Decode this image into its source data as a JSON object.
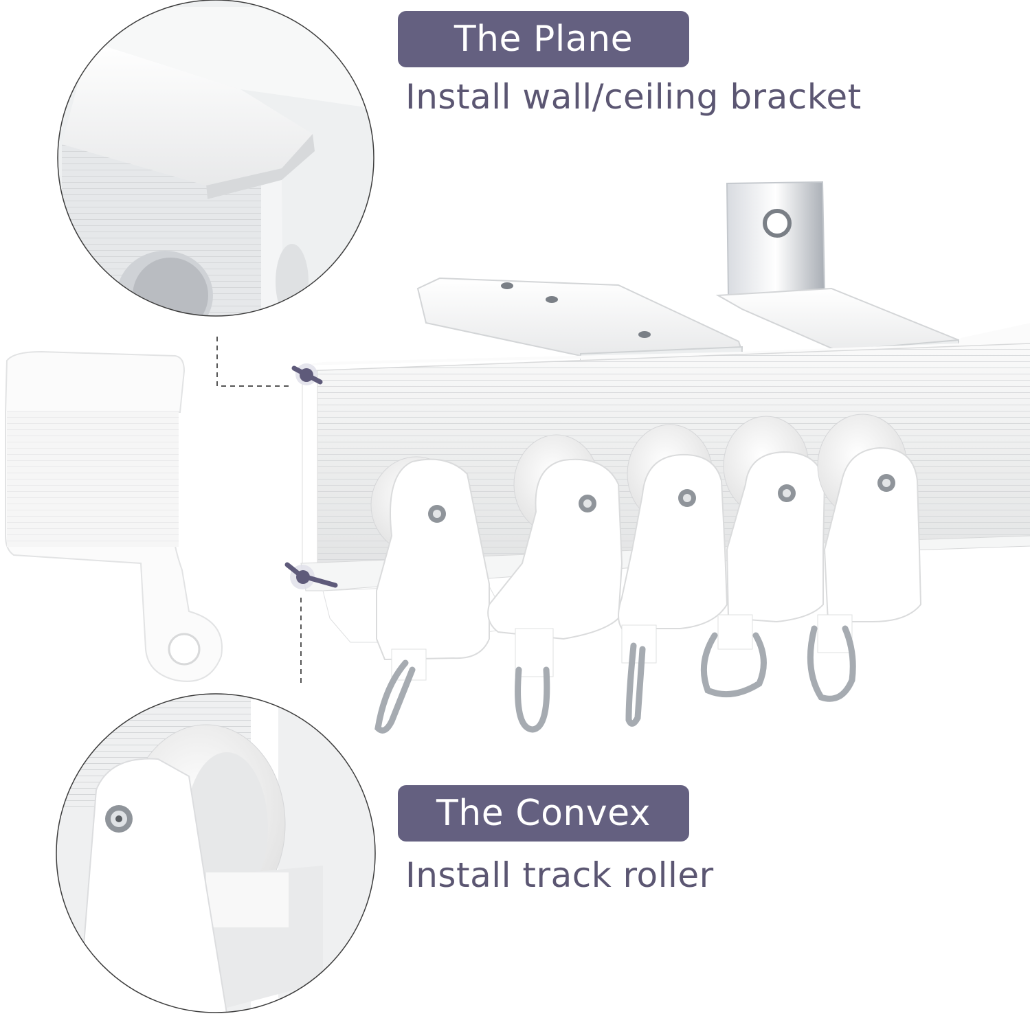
{
  "top_label": {
    "title": "The Plane",
    "caption": "Install wall/ceiling bracket"
  },
  "bottom_label": {
    "title": "The Convex",
    "caption": "Install track roller"
  },
  "colors": {
    "label_background": "#646080",
    "label_text": "#ffffff",
    "caption_text": "#5b5672",
    "marker": "#5e5a7a",
    "leader_line": "#555555",
    "track_white": "#f3f3f3",
    "metal": "#b8bcc2"
  },
  "icons": [
    "zoom-circle-plane",
    "zoom-circle-convex",
    "end-cap",
    "ceiling-bracket",
    "wall-bracket",
    "track-roller",
    "hook-ring",
    "marker-pin"
  ]
}
